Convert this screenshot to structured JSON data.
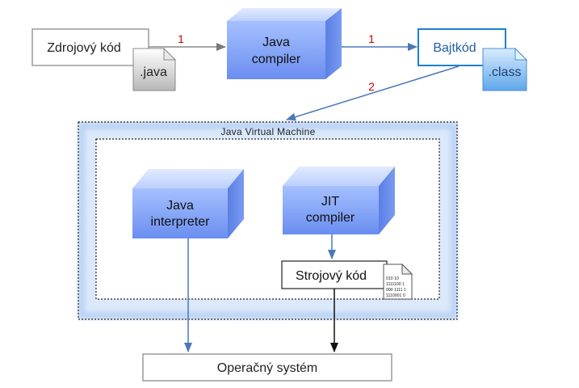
{
  "source_box": {
    "label": "Zdrojový kód",
    "file_label": ".java"
  },
  "compiler": {
    "line1": "Java",
    "line2": "compiler"
  },
  "bytecode_box": {
    "label": "Bajtkód",
    "file_label": ".class"
  },
  "arrows": {
    "a1": "1",
    "a2": "1",
    "a3": "2"
  },
  "jvm": {
    "title": "Java Virtual Machine"
  },
  "interpreter": {
    "line1": "Java",
    "line2": "interpreter"
  },
  "jit": {
    "line1": "JIT",
    "line2": "compiler"
  },
  "machine_code": {
    "label": "Strojový kód",
    "binary": [
      "010 10",
      "1111100 1",
      "000 1111 1",
      "1110001 0"
    ]
  },
  "os": {
    "label": "Operačný systém"
  },
  "colors": {
    "cube_front_top": "#9bb8ff",
    "cube_front_bottom": "#6a8ef0",
    "cube_top": "#c9dafe",
    "cube_side": "#5b7fe4",
    "arrow_gray": "#8a8a8a",
    "arrow_blue": "#4b78b8",
    "number_red": "#cc0000",
    "bytecode_blue": "#1f7fcf"
  }
}
